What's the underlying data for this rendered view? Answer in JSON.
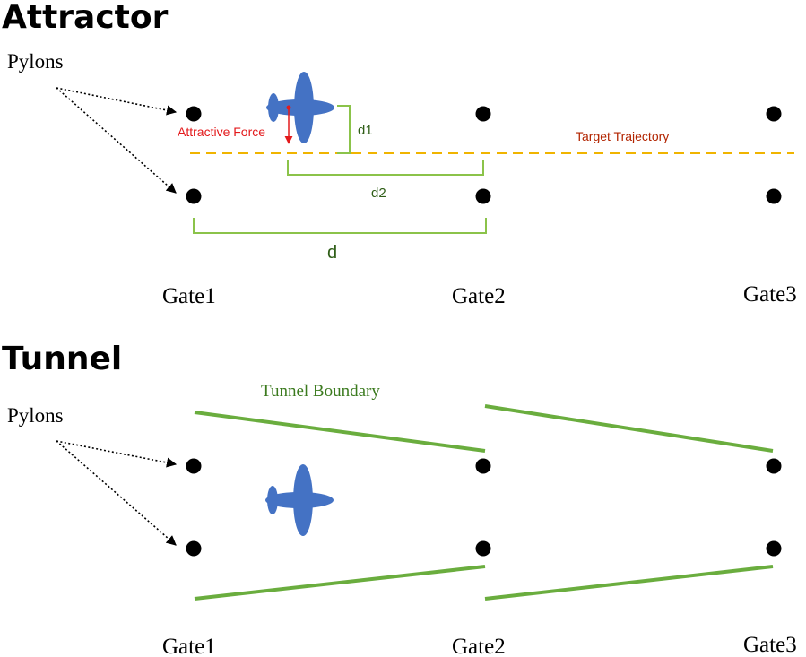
{
  "colors": {
    "plane": "#4472c4",
    "force": "#e31a1c",
    "trajectory": "#f0b400",
    "trajectory_text": "#b22400",
    "dimension": "#8bc34a",
    "dimension_text": "#2e5d16",
    "tunnel": "#6aad3e",
    "tunnel_text": "#3b7a1e",
    "pylon": "#000000"
  },
  "attractor": {
    "title": "Attractor",
    "pylons_label": "Pylons",
    "force_label": "Attractive Force",
    "trajectory_label": "Target Trajectory",
    "d1_label": "d1",
    "d2_label": "d2",
    "d_label": "d",
    "gates": [
      "Gate1",
      "Gate2",
      "Gate3"
    ]
  },
  "tunnel": {
    "title": "Tunnel",
    "pylons_label": "Pylons",
    "boundary_label": "Tunnel Boundary",
    "gates": [
      "Gate1",
      "Gate2",
      "Gate3"
    ]
  },
  "icons": [
    "airplane-icon",
    "pylon-marker"
  ]
}
